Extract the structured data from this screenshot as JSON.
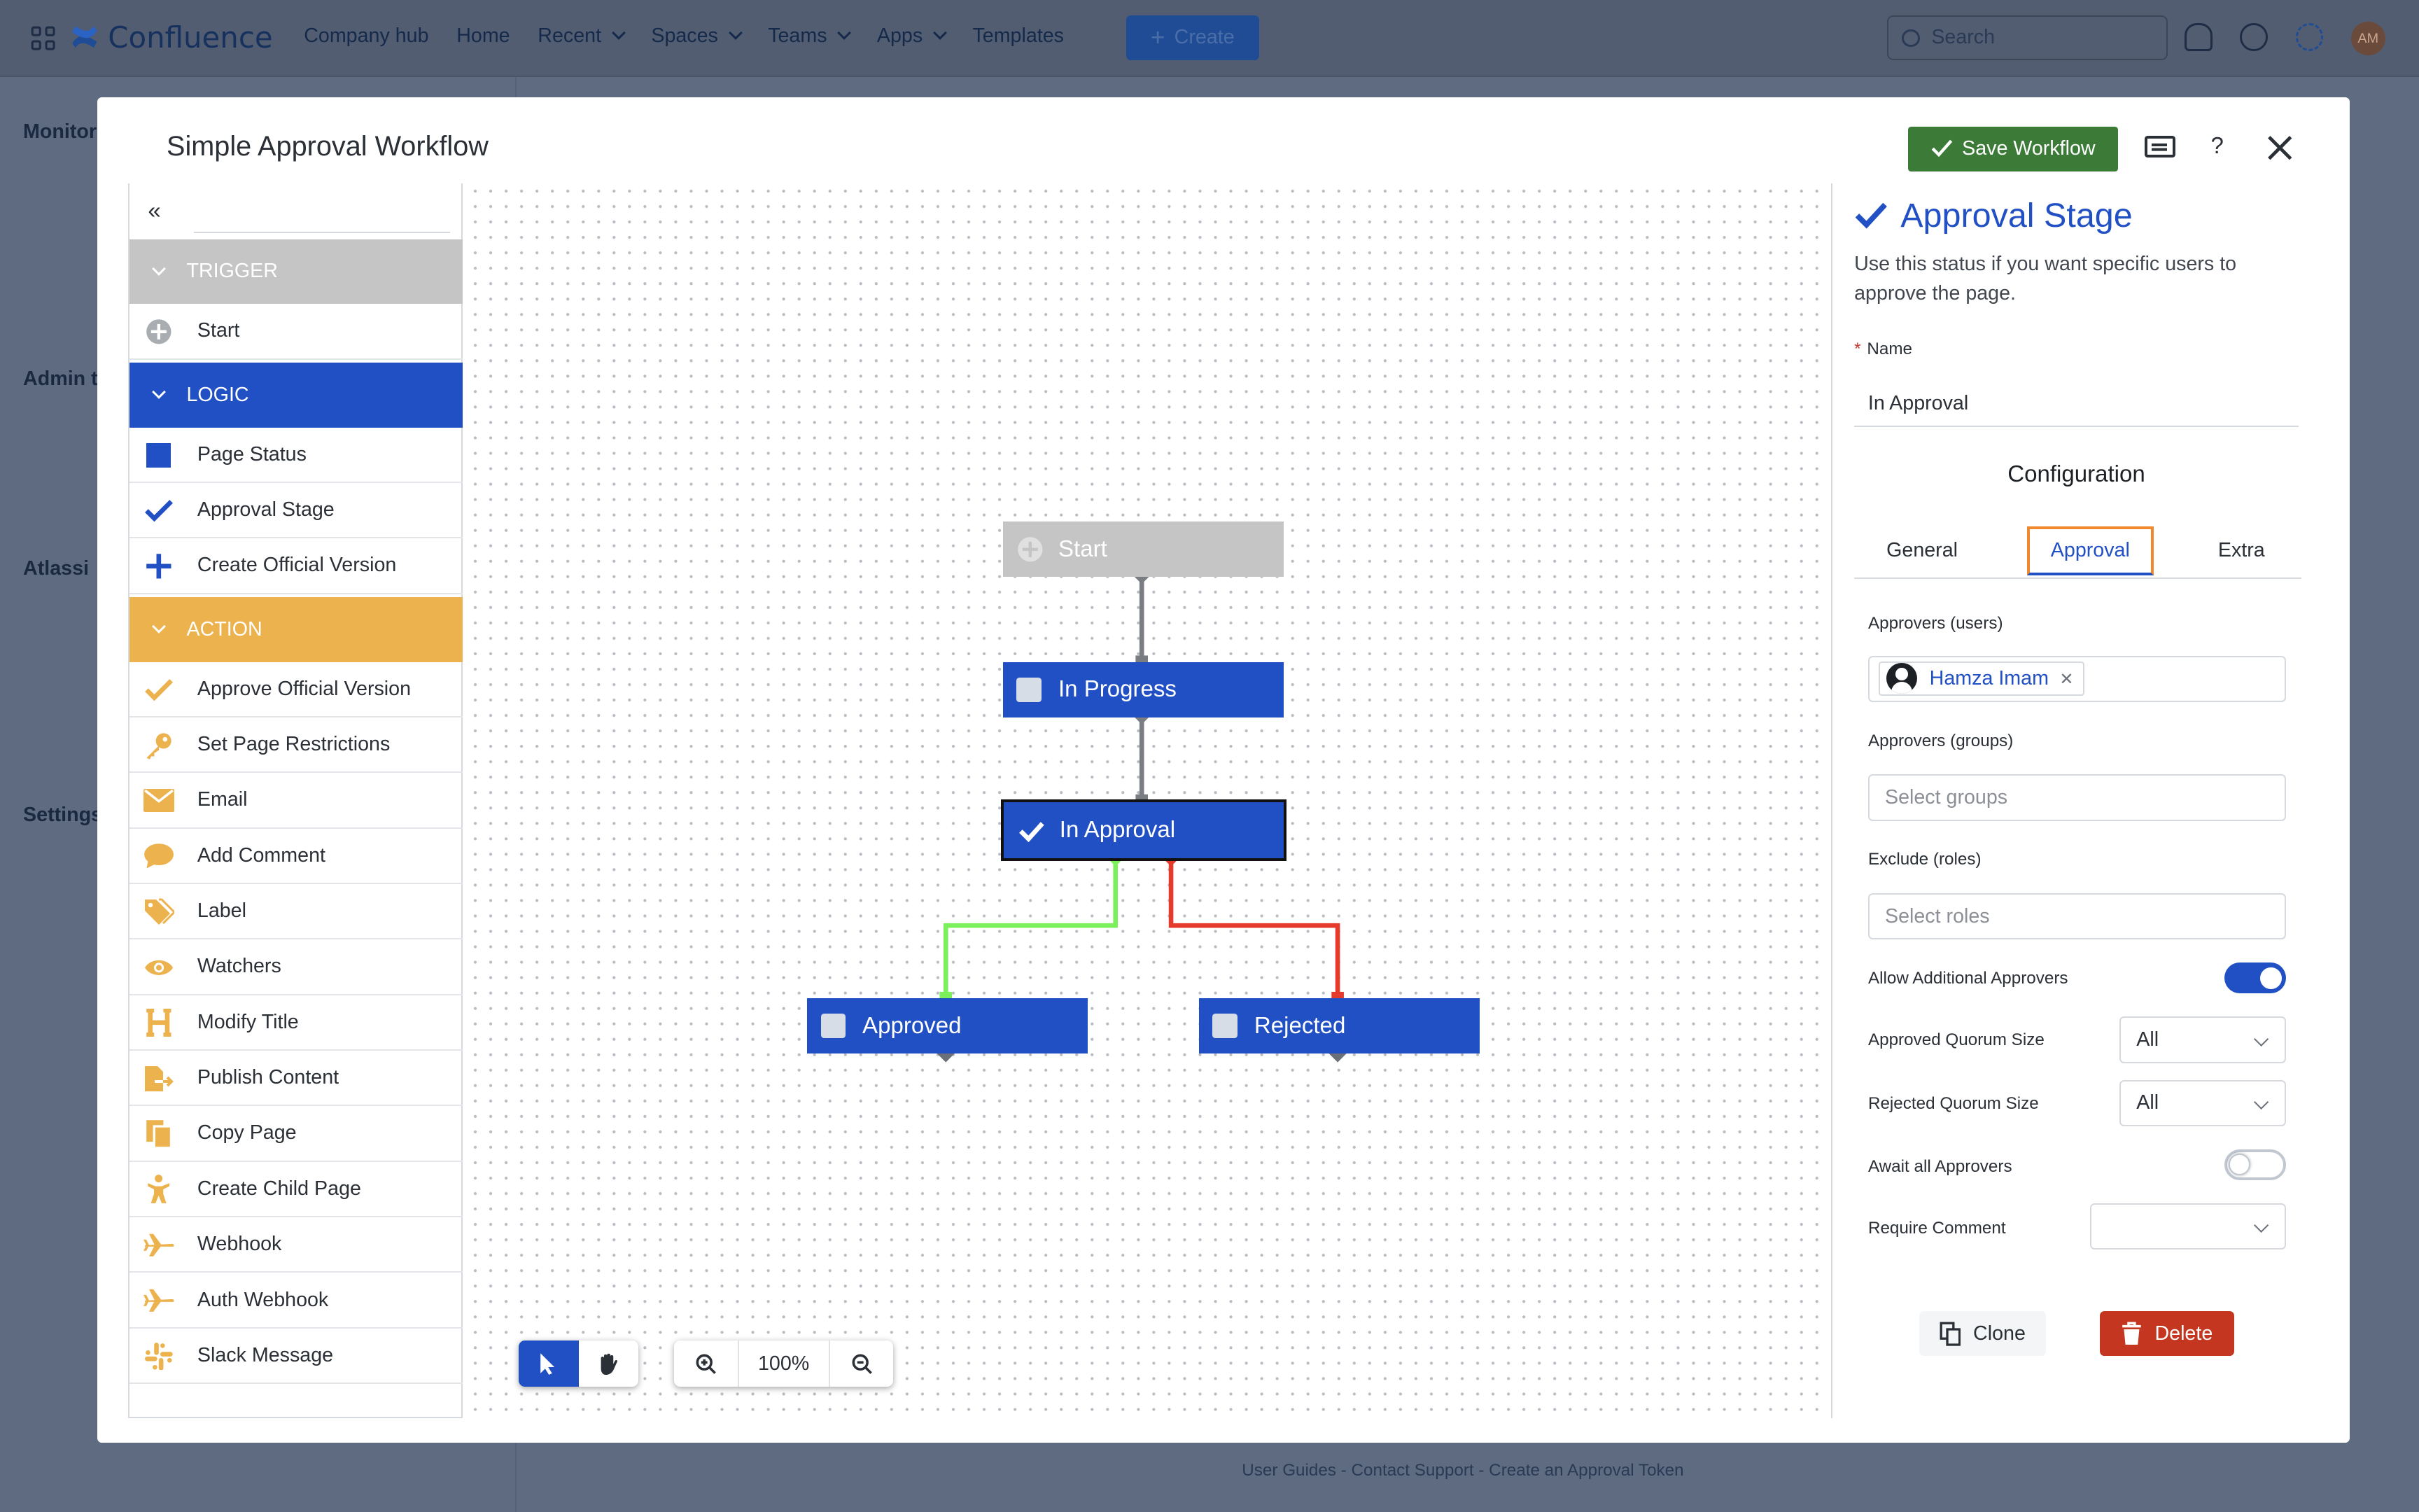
{
  "background": {
    "brand": "Confluence",
    "nav": [
      "Company hub",
      "Home",
      "Recent",
      "Spaces",
      "Teams",
      "Apps",
      "Templates"
    ],
    "create_label": "Create",
    "search_placeholder": "Search",
    "avatar_initials": "AM",
    "footer_links": "User Guides - Contact Support - Create an Approval Token"
  },
  "modal": {
    "title": "Simple Approval Workflow",
    "save_label": "Save Workflow",
    "help_label": "?"
  },
  "palette": {
    "categories": {
      "trigger": "TRIGGER",
      "logic": "LOGIC",
      "action": "ACTION"
    },
    "trigger_items": [
      "Start"
    ],
    "logic_items": [
      "Page Status",
      "Approval Stage",
      "Create Official Version"
    ],
    "action_items": [
      "Approve Official Version",
      "Set Page Restrictions",
      "Email",
      "Add Comment",
      "Label",
      "Watchers",
      "Modify Title",
      "Publish Content",
      "Copy Page",
      "Create Child Page",
      "Webhook",
      "Auth Webhook",
      "Slack Message"
    ]
  },
  "canvas": {
    "nodes": {
      "start": "Start",
      "in_progress": "In Progress",
      "in_approval": "In Approval",
      "approved": "Approved",
      "rejected": "Rejected"
    },
    "zoom": "100%"
  },
  "panel": {
    "title": "Approval Stage",
    "description": "Use this status if you want specific users to approve the page.",
    "name_label": "Name",
    "name_value": "In Approval",
    "config_title": "Configuration",
    "tabs": [
      "General",
      "Approval",
      "Extra"
    ],
    "active_tab": "Approval",
    "approvers_users_label": "Approvers (users)",
    "approver_user": "Hamza Imam",
    "approvers_groups_label": "Approvers (groups)",
    "groups_placeholder": "Select groups",
    "exclude_roles_label": "Exclude (roles)",
    "roles_placeholder": "Select roles",
    "allow_additional_label": "Allow Additional Approvers",
    "allow_additional_on": true,
    "approved_quorum_label": "Approved Quorum Size",
    "approved_quorum_value": "All",
    "rejected_quorum_label": "Rejected Quorum Size",
    "rejected_quorum_value": "All",
    "await_all_label": "Await all Approvers",
    "await_all_on": false,
    "require_comment_label": "Require Comment",
    "require_comment_value": "",
    "clone_label": "Clone",
    "delete_label": "Delete"
  },
  "colors": {
    "logic_blue": "#2150C4",
    "action_orange": "#ECB24E",
    "trigger_gray": "#C5C5C5",
    "save_green": "#3B7A37",
    "delete_red": "#C4361F",
    "approve_edge": "#7CF05A",
    "reject_edge": "#E53B2C"
  }
}
